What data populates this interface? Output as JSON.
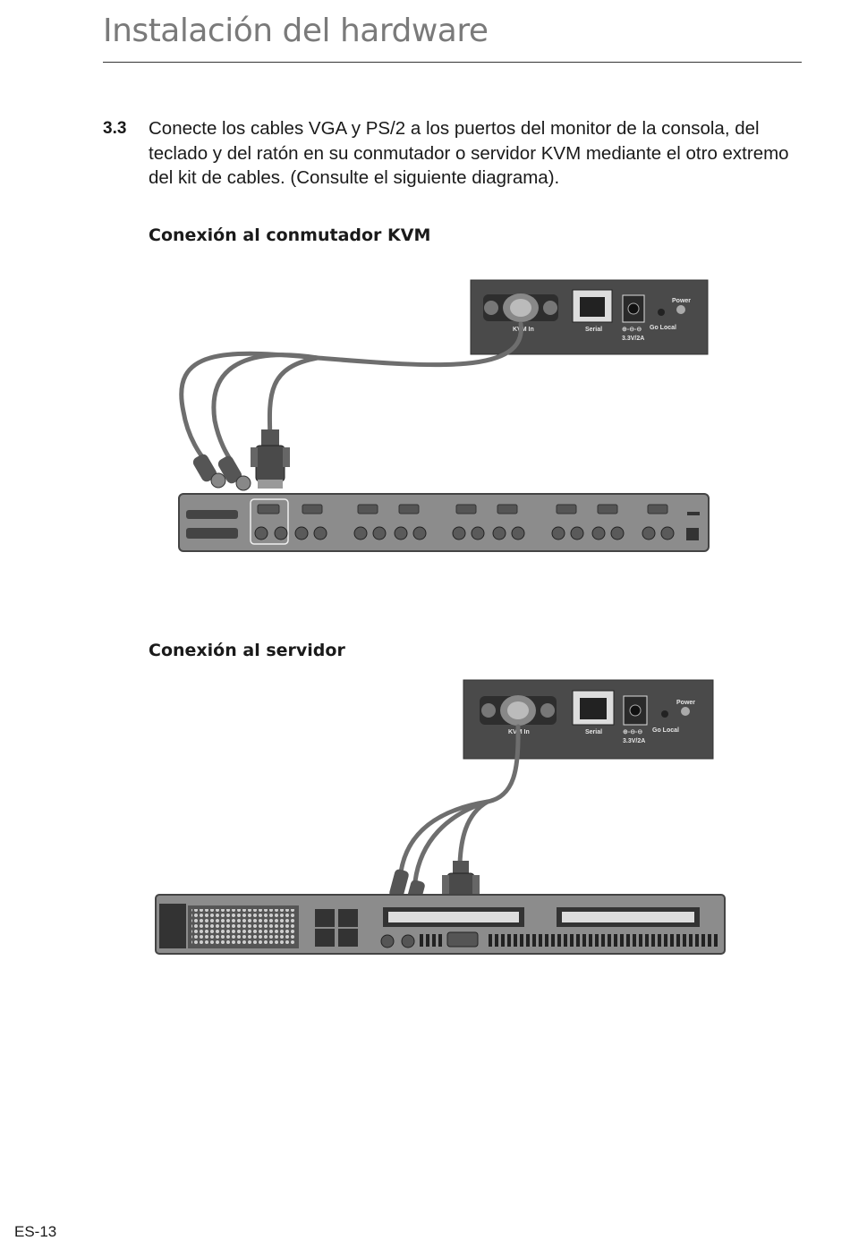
{
  "header": {
    "title": "Instalación del hardware"
  },
  "step": {
    "number": "3.3",
    "text": "Conecte los cables VGA y PS/2 a los puertos del monitor de la consola, del teclado y del ratón en su conmutador o servidor KVM mediante el otro extremo del kit de cables. (Consulte el siguiente diagrama)."
  },
  "sections": {
    "kvm_title": "Conexión al conmutador KVM",
    "server_title": "Conexión al servidor"
  },
  "device_labels": {
    "kvm_in": "KVM In",
    "serial": "Serial",
    "power_spec": "3.3V/2A",
    "go_local": "Go Local",
    "power": "Power"
  },
  "footer": {
    "page_number": "ES-13"
  },
  "colors": {
    "panel": "#4a4a4a",
    "cable": "#6e6e6e",
    "rack": "#8c8c8c"
  }
}
